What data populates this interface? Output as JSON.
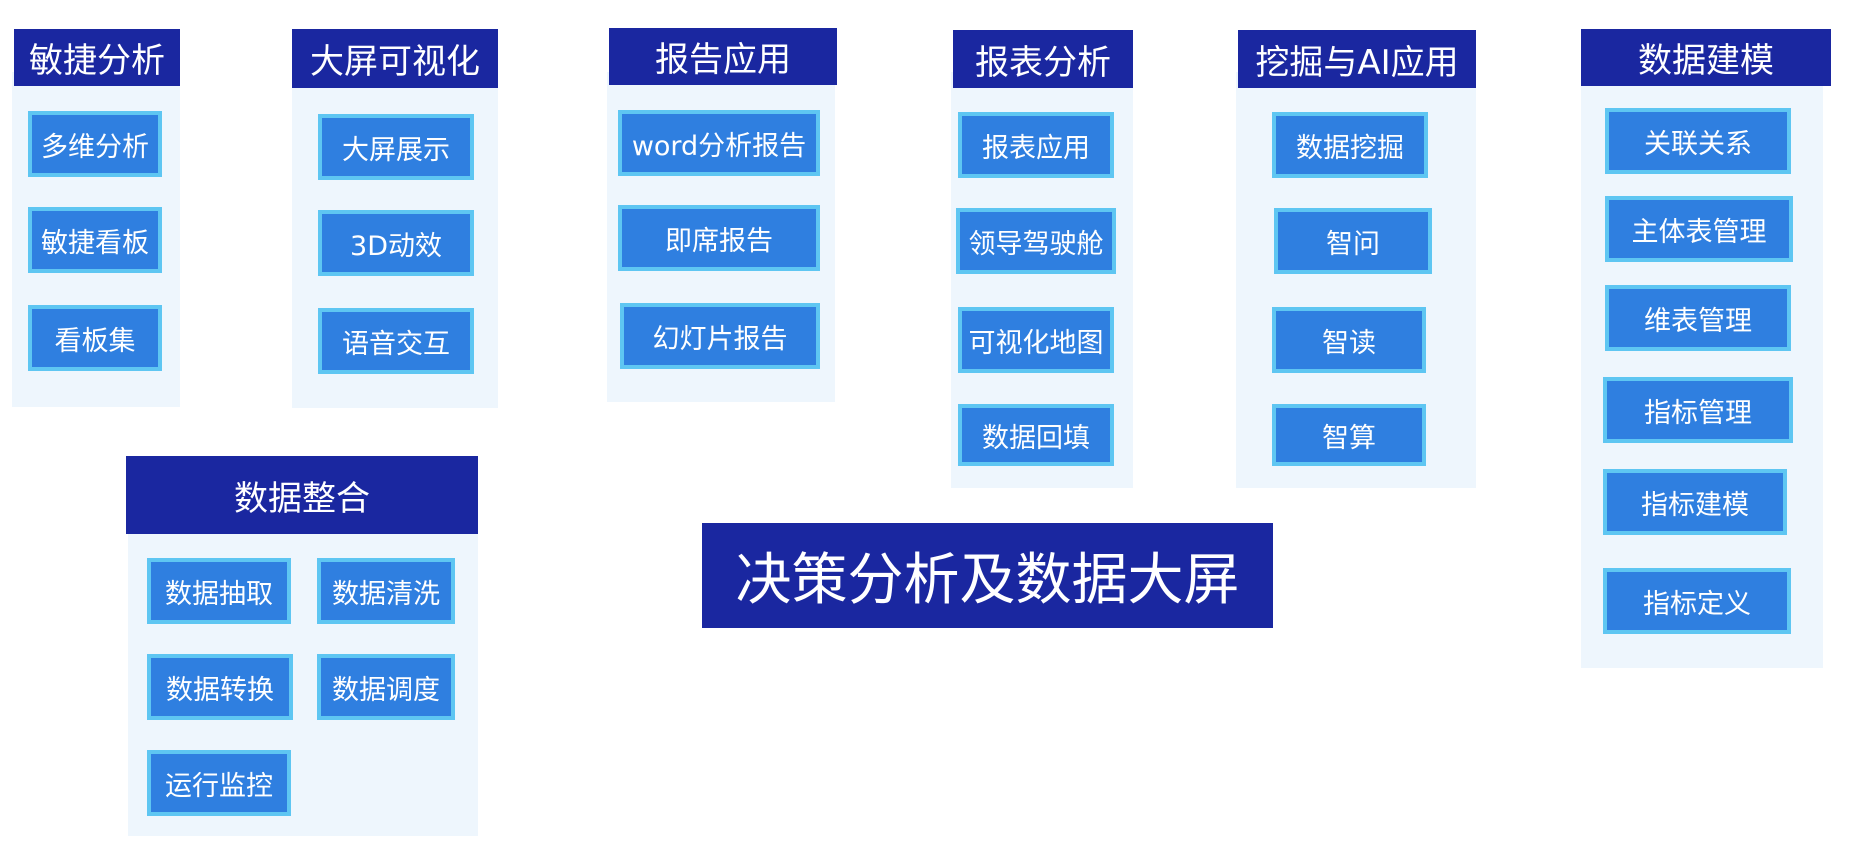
{
  "colors": {
    "header_bg": "#1a27a0",
    "panel_bg": "#eef6fd",
    "item_bg": "#2f7fe0",
    "item_border": "#5ec6f2",
    "text": "#ffffff"
  },
  "center_title": "决策分析及数据大屏",
  "groups": [
    {
      "title": "敏捷分析",
      "items": [
        "多维分析",
        "敏捷看板",
        "看板集"
      ]
    },
    {
      "title": "大屏可视化",
      "items": [
        "大屏展示",
        "3D动效",
        "语音交互"
      ]
    },
    {
      "title": "报告应用",
      "items": [
        "word分析报告",
        "即席报告",
        "幻灯片报告"
      ]
    },
    {
      "title": "报表分析",
      "items": [
        "报表应用",
        "领导驾驶舱",
        "可视化地图",
        "数据回填"
      ]
    },
    {
      "title": "挖掘与AI应用",
      "items": [
        "数据挖掘",
        "智问",
        "智读",
        "智算"
      ]
    },
    {
      "title": "数据建模",
      "items": [
        "关联关系",
        "主体表管理",
        "维表管理",
        "指标管理",
        "指标建模",
        "指标定义"
      ]
    },
    {
      "title": "数据整合",
      "items": [
        "数据抽取",
        "数据清洗",
        "数据转换",
        "数据调度",
        "运行监控"
      ]
    }
  ]
}
